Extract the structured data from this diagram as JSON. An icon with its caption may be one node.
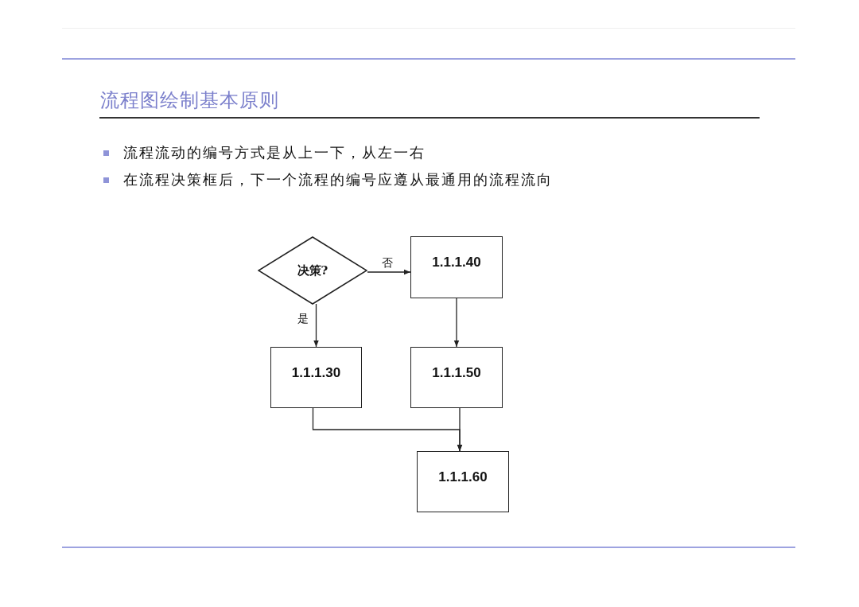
{
  "diagram": {
    "title": "流程图绘制基本原则",
    "nodes": [
      {
        "text": [
          "决策?"
        ]
      },
      {
        "text": [
          "1.1.1.40"
        ]
      },
      {
        "text": [
          "1.1.1.30"
        ]
      },
      {
        "text": [
          "1.1.1.50"
        ]
      },
      {
        "text": [
          "1.1.1.60"
        ]
      }
    ],
    "edges": [
      {
        "from": 0,
        "to": 1,
        "arrow": "to",
        "label": "否"
      },
      {
        "from": 0,
        "to": 2,
        "arrow": "to",
        "label": "是"
      },
      {
        "from": 1,
        "to": 3,
        "arrow": "to"
      },
      {
        "from": 2,
        "to": 4,
        "arrow": "to"
      },
      {
        "from": 3,
        "to": 4,
        "arrow": "to"
      }
    ],
    "labels": [
      "流程流动的编号方式是从上一下，从左一右",
      "在流程决策框后，下一个流程的编号应遵从最通用的流程流向"
    ]
  }
}
